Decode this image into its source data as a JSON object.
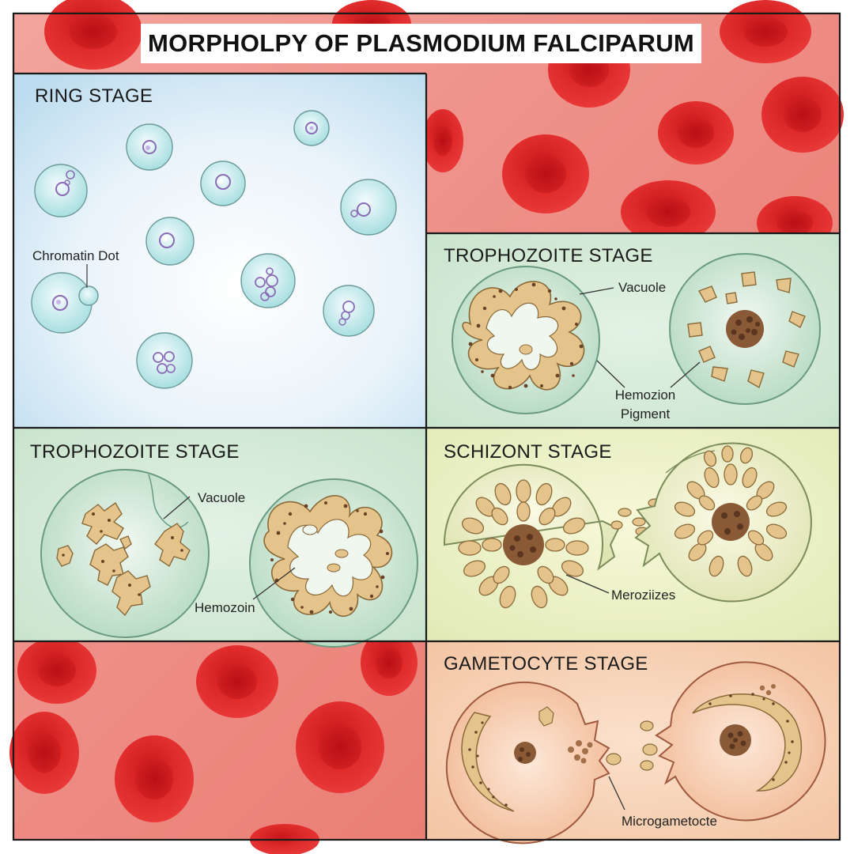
{
  "title": "MORPHOLPY OF PLASMODIUM FALCIPARUM",
  "panels": {
    "ring": {
      "heading": "RING STAGE",
      "label_chromatin": "Chromatin Dot"
    },
    "trophozoite_right": {
      "heading": "TROPHOZOITE STAGE",
      "label_vacuole": "Vacuole",
      "label_pigment_line1": "Hemozion",
      "label_pigment_line2": "Pigment"
    },
    "trophozoite_left": {
      "heading": "TROPHOZOITE STAGE",
      "label_vacuole": "Vacuole",
      "label_hemozoin": "Hemozoin"
    },
    "schizont": {
      "heading": "SCHIZONT STAGE",
      "label_merozoites": "Meroziizes"
    },
    "gametocyte": {
      "heading": "GAMETOCYTE STAGE",
      "label_micro": "Microgametocte"
    }
  },
  "colors": {
    "rbc_background": "#ee8c84",
    "rbc_red": "#e12a2a",
    "ring_panel": "#dcecf6",
    "trophozoite_panel": "#d3ead6",
    "schizont_panel": "#ecf1c8",
    "gametocyte_panel": "#f7d3b6",
    "parasite_tan": "#e4c48b",
    "pigment_brown": "#6b4226"
  }
}
